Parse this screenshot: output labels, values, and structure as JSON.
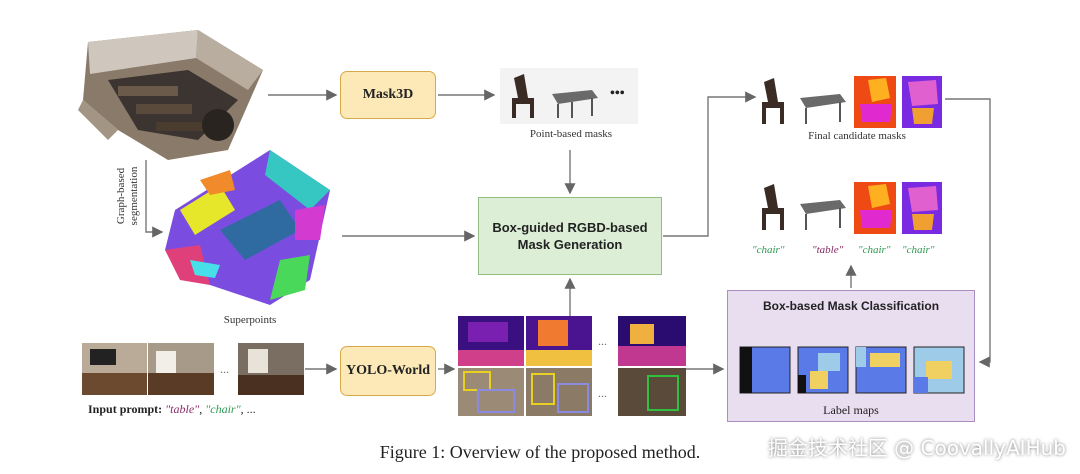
{
  "boxes": {
    "mask3d": "Mask3D",
    "yolo_world": "YOLO-World",
    "mask_generation": "Box-guided RGBD-based\nMask Generation",
    "classification": "Box-based Mask Classification"
  },
  "captions": {
    "point_masks": "Point-based masks",
    "final_masks": "Final candidate masks",
    "superpoints": "Superpoints",
    "label_maps": "Label maps",
    "graph_seg_line1": "Graph-based",
    "graph_seg_line2": "segmentation",
    "ellipsis": "...",
    "dots": "•••"
  },
  "class_labels": [
    "\"chair\"",
    "\"table\"",
    "\"chair\"",
    "\"chair\""
  ],
  "prompt": {
    "label": "Input prompt:",
    "item1": "\"table\"",
    "sep": ", ",
    "item2": "\"chair\"",
    "tail": ", ..."
  },
  "figure_caption": "Figure 1: Overview of the proposed method.",
  "watermark": "掘金技术社区 @ CoovallyAIHub",
  "colors": {
    "accent_box": "#fde9b8",
    "gen_box": "#dcefd6",
    "class_box": "#e9ddf0",
    "label_green": "#2e9a52",
    "label_purple": "#8a2a66"
  }
}
